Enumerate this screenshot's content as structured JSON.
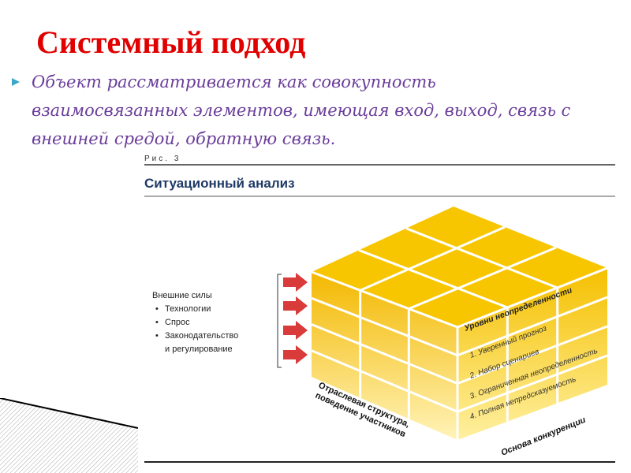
{
  "slide": {
    "title": "Системный подход",
    "bullet_icon": "triangle-bullet-icon",
    "body": "Объект рассматривается как совокупность взаимосвязанных элементов, имеющая вход, выход, связь с внешней средой, обратную связь.",
    "colors": {
      "title": "#e00000",
      "body": "#6a3d9a",
      "bullet": "#3aa6c8",
      "cube": "#f5c200",
      "arrow": "#d93a3a",
      "figure_title": "#1f3a66"
    }
  },
  "figure": {
    "label": "Рис. 3",
    "title": "Ситуационный анализ",
    "forces_heading": "Внешние силы",
    "forces": [
      "Технологии",
      "Спрос",
      "Законодательство",
      "и регулирование"
    ],
    "top_axis": "Уровни неопределенности",
    "levels": [
      "1. Уверенный прогноз",
      "2. Набор сценариев",
      "3. Ограниченная неопределенность",
      "4. Полная непредсказуемость"
    ],
    "left_axis_line1": "Отраслевая структура,",
    "left_axis_line2": "поведение участников",
    "right_axis": "Основа конкуренции"
  }
}
